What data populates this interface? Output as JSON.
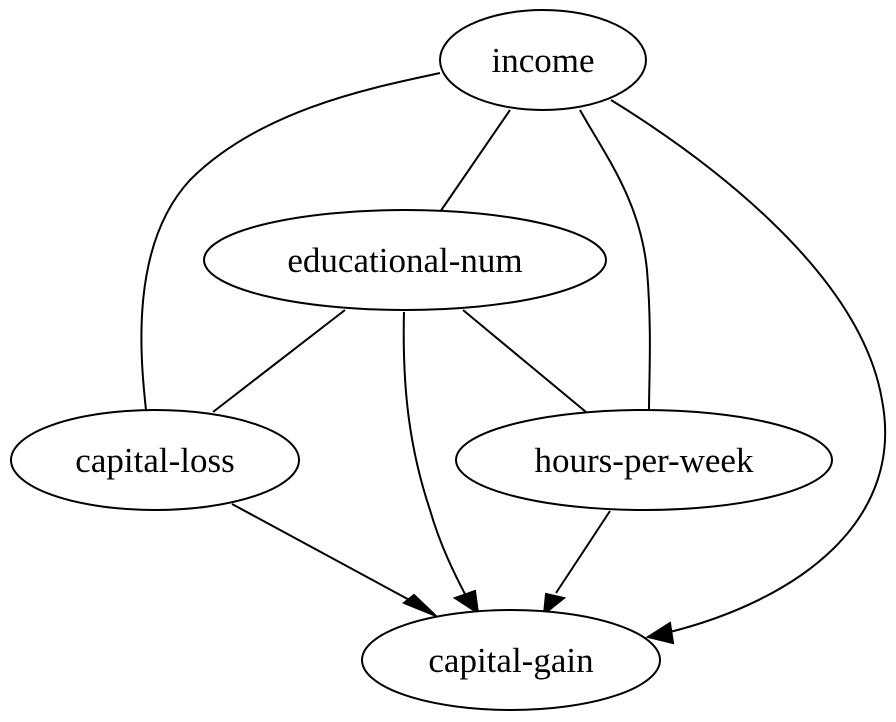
{
  "nodes": {
    "income": "income",
    "educational_num": "educational-num",
    "capital_loss": "capital-loss",
    "hours_per_week": "hours-per-week",
    "capital_gain": "capital-gain"
  },
  "edges": [
    {
      "from": "income",
      "to": "educational-num",
      "directed": false
    },
    {
      "from": "income",
      "to": "capital-loss",
      "directed": false
    },
    {
      "from": "income",
      "to": "hours-per-week",
      "directed": false
    },
    {
      "from": "income",
      "to": "capital-gain",
      "directed": true
    },
    {
      "from": "educational-num",
      "to": "capital-loss",
      "directed": false
    },
    {
      "from": "educational-num",
      "to": "hours-per-week",
      "directed": false
    },
    {
      "from": "educational-num",
      "to": "capital-gain",
      "directed": true
    },
    {
      "from": "capital-loss",
      "to": "capital-gain",
      "directed": true
    },
    {
      "from": "hours-per-week",
      "to": "capital-gain",
      "directed": true
    }
  ],
  "colors": {
    "stroke": "#000000",
    "fill": "#ffffff",
    "text": "#000000"
  }
}
